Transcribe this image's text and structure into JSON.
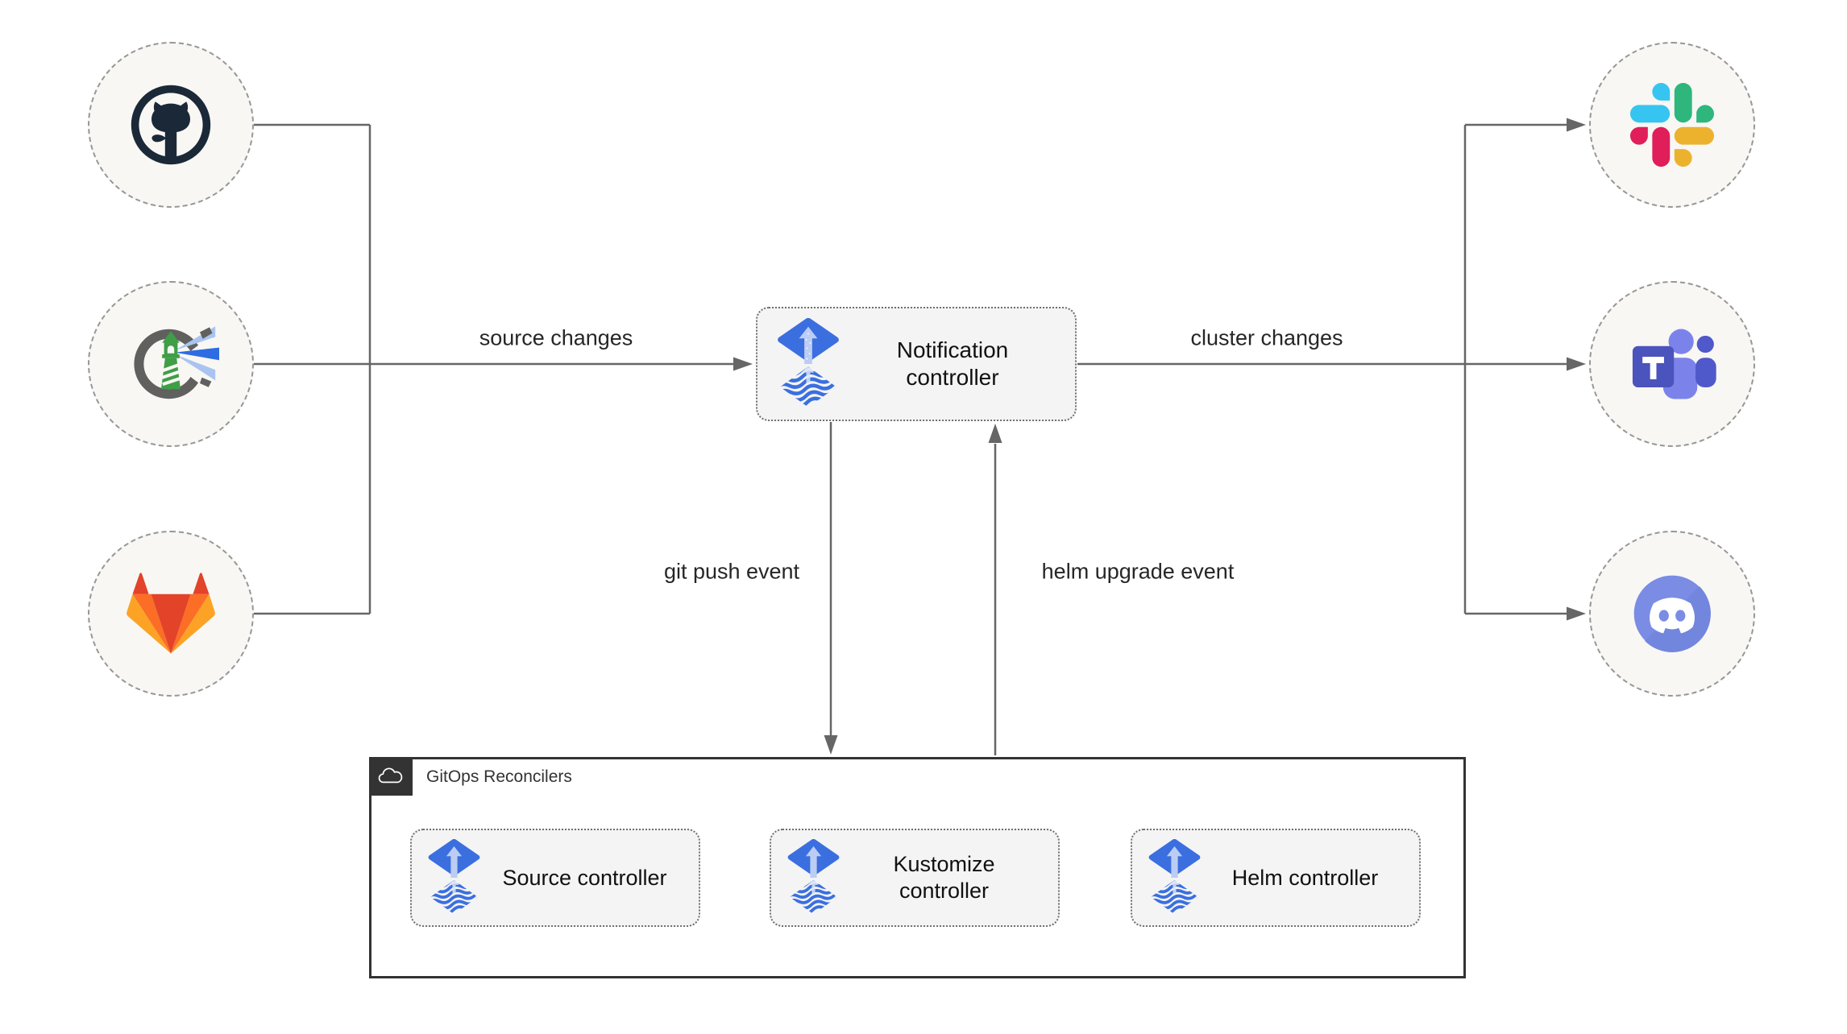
{
  "sources": [
    {
      "icon": "github-icon"
    },
    {
      "icon": "harbor-icon"
    },
    {
      "icon": "gitlab-icon"
    }
  ],
  "notifiers": [
    {
      "icon": "slack-icon"
    },
    {
      "icon": "teams-icon"
    },
    {
      "icon": "discord-icon"
    }
  ],
  "notification": {
    "label": "Notification controller",
    "icon": "flux-icon"
  },
  "edges": {
    "source_changes": "source changes",
    "cluster_changes": "cluster changes",
    "git_push_event": "git push event",
    "helm_upgrade_event": "helm upgrade event"
  },
  "reconcilers": {
    "title": "GitOps Reconcilers",
    "badge_icon": "cloud-icon",
    "items": [
      {
        "label": "Source controller",
        "icon": "flux-icon"
      },
      {
        "label": "Kustomize controller",
        "icon": "flux-icon"
      },
      {
        "label": "Helm controller",
        "icon": "flux-icon"
      }
    ]
  },
  "colors": {
    "flux_blue": "#3b6fe0",
    "flux_arrow_light": "#bccdf3",
    "connector_gray": "#666666",
    "box_fill": "#f4f4f4",
    "circle_fill": "#f8f7f4",
    "container_border": "#333333",
    "github_dark": "#1b2838",
    "harbor_gray": "#60605f",
    "harbor_green": "#3f9e46",
    "harbor_beam_blue": "#2e6ce3",
    "gitlab_red": "#e24329",
    "gitlab_orange": "#fc6d26",
    "gitlab_yellow": "#fca326",
    "slack_blue": "#36c5f0",
    "slack_green": "#2eb67d",
    "slack_yellow": "#ecb22e",
    "slack_pink": "#e01e5a",
    "teams_indigo": "#4b53bc",
    "teams_light": "#7b83eb",
    "teams_mid": "#5059c9",
    "discord_blurple": "#7b8ce4"
  }
}
